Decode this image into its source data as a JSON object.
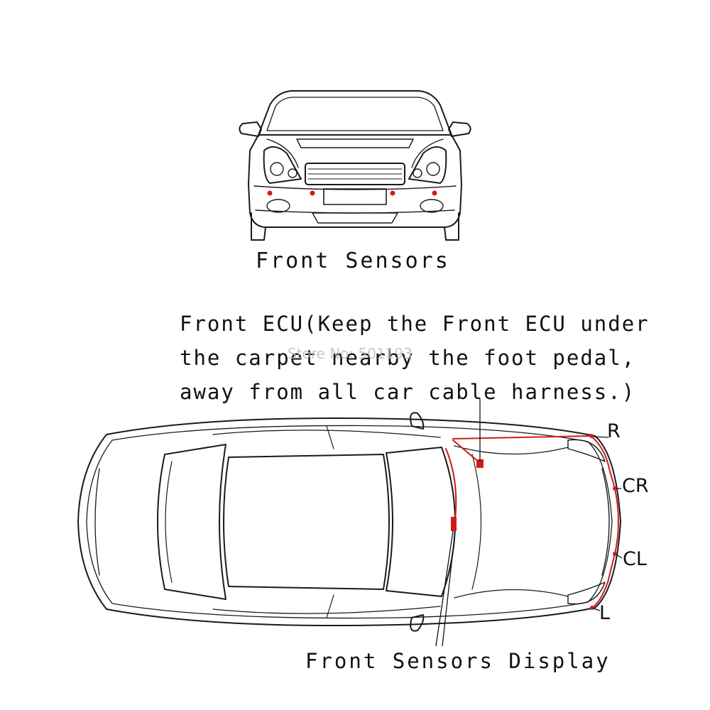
{
  "labels": {
    "front_sensors": "Front Sensors",
    "ecu_note": [
      "Front ECU(Keep the Front ECU under",
      "the carpet nearby the foot pedal,",
      "away from all car cable harness.)"
    ],
    "sensors_display": "Front Sensors Display",
    "sensor_r": "R",
    "sensor_cr": "CR",
    "sensor_cl": "CL",
    "sensor_l": "L"
  },
  "watermark": "Store No: 501193",
  "colors": {
    "line": "#1a1a1a",
    "wire": "#d11a1a",
    "watermark": "#bbbbbb"
  }
}
